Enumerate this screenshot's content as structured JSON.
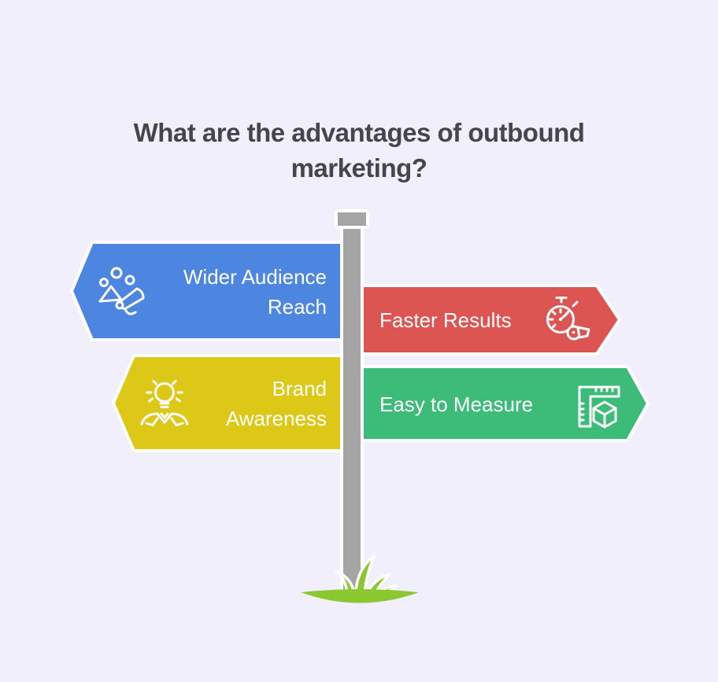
{
  "title": "What are the advantages of outbound marketing?",
  "palette": {
    "background": "#f1effb",
    "title_text": "#46454b",
    "pole": "#a5a5a5",
    "grass": "#8bc72e",
    "sign_outline": "#ffffff",
    "label_text": "#ffffff"
  },
  "signs": [
    {
      "name": "wider-audience-reach",
      "label": "Wider Audience Reach",
      "lines": [
        "Wider Audience",
        "Reach"
      ],
      "color": "#4d86e1",
      "direction": "left",
      "icon": "audience-megaphone-icon"
    },
    {
      "name": "faster-results",
      "label": "Faster Results",
      "lines": [
        "Faster Results"
      ],
      "color": "#dd5553",
      "direction": "right",
      "icon": "stopwatch-whistle-icon"
    },
    {
      "name": "brand-awareness",
      "label": "Brand Awareness",
      "lines": [
        "Brand",
        "Awareness"
      ],
      "color": "#ddc717",
      "direction": "left",
      "icon": "lightbulb-hands-icon"
    },
    {
      "name": "easy-to-measure",
      "label": "Easy to Measure",
      "lines": [
        "Easy to Measure"
      ],
      "color": "#3cbb79",
      "direction": "right",
      "icon": "ruler-cube-icon"
    }
  ]
}
